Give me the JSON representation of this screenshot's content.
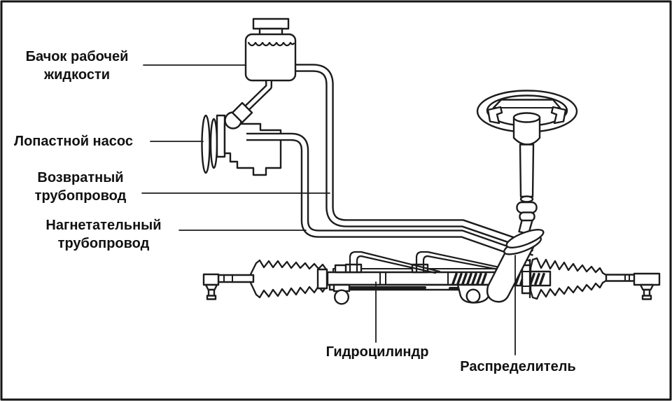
{
  "labels": {
    "reservoir": "Бачок рабочей\nжидкости",
    "pump": "Лопастной насос",
    "return_pipe": "Возвратный\nтрубопровод",
    "pressure_pipe": "Нагнетательный\nтрубопровод",
    "cylinder": "Гидроцилиндр",
    "valve": "Распределитель"
  },
  "colors": {
    "background": "#ffffff",
    "line": "#1c1c1c",
    "text": "#111111",
    "frame": "#151515"
  }
}
